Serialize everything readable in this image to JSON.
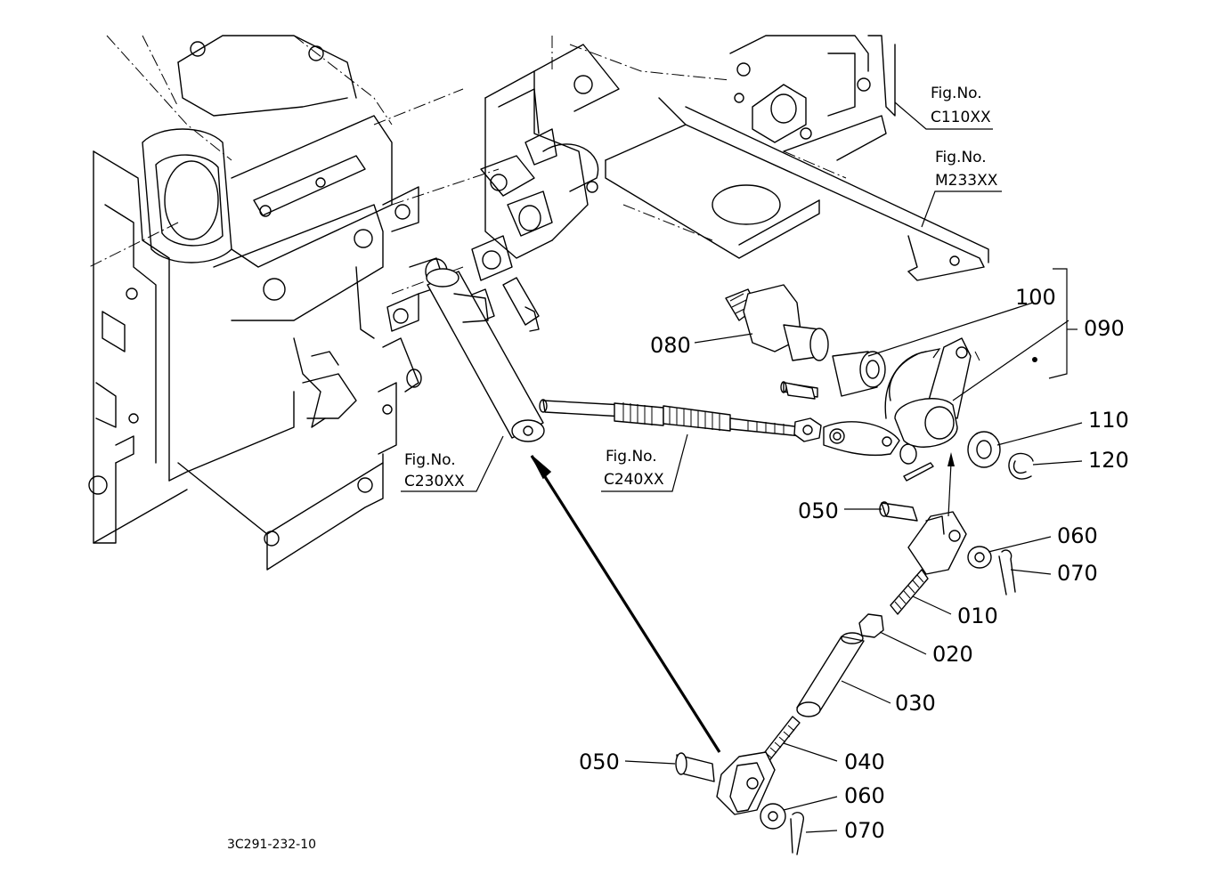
{
  "figure_refs": [
    {
      "prefix": "Fig.No.",
      "code": "C110XX"
    },
    {
      "prefix": "Fig.No.",
      "code": "M233XX"
    },
    {
      "prefix": "Fig.No.",
      "code": "C230XX"
    },
    {
      "prefix": "Fig.No.",
      "code": "C240XX"
    }
  ],
  "parts": [
    {
      "label": "100"
    },
    {
      "label": "090"
    },
    {
      "label": "080"
    },
    {
      "label": "110"
    },
    {
      "label": "120"
    },
    {
      "label": "050"
    },
    {
      "label": "060"
    },
    {
      "label": "070"
    },
    {
      "label": "010"
    },
    {
      "label": "020"
    },
    {
      "label": "030"
    },
    {
      "label": "040"
    },
    {
      "label": "050"
    },
    {
      "label": "060"
    },
    {
      "label": "070"
    }
  ],
  "drawing_code": "3C291-232-10"
}
